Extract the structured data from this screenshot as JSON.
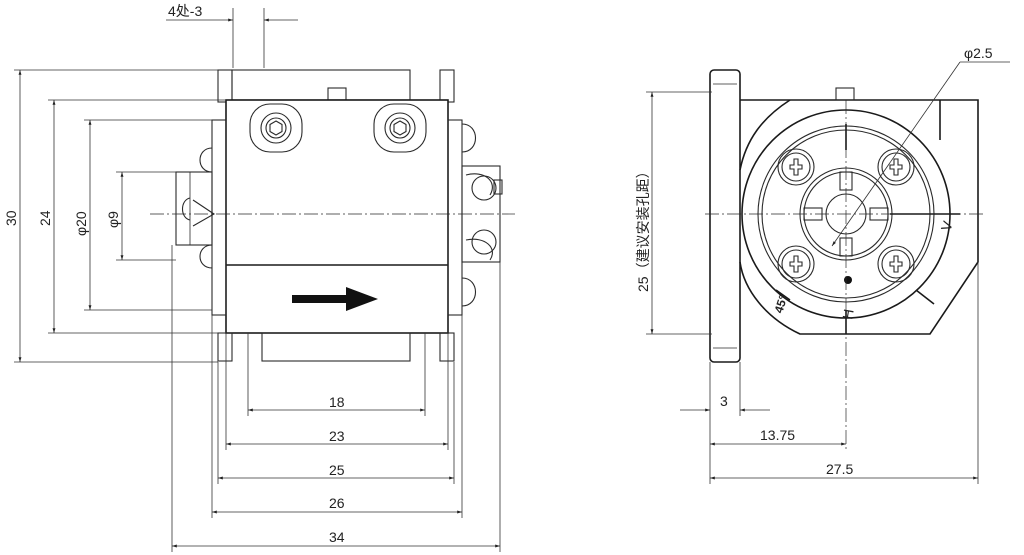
{
  "drawing": {
    "left_view": {
      "label_screws": "4处-3",
      "dims": {
        "h30": "30",
        "h24": "24",
        "phi20": "φ20",
        "phi9": "φ9",
        "w18": "18",
        "w23": "23",
        "w25": "25",
        "w26": "26",
        "w34": "34"
      }
    },
    "right_view": {
      "dims": {
        "phi2_5": "φ2.5",
        "h25": "25（建议安装孔距）",
        "w3": "3",
        "w13_75": "13.75",
        "w27_5": "27.5"
      },
      "labels": {
        "v": "V",
        "h": "H",
        "angle": "45°"
      }
    }
  }
}
